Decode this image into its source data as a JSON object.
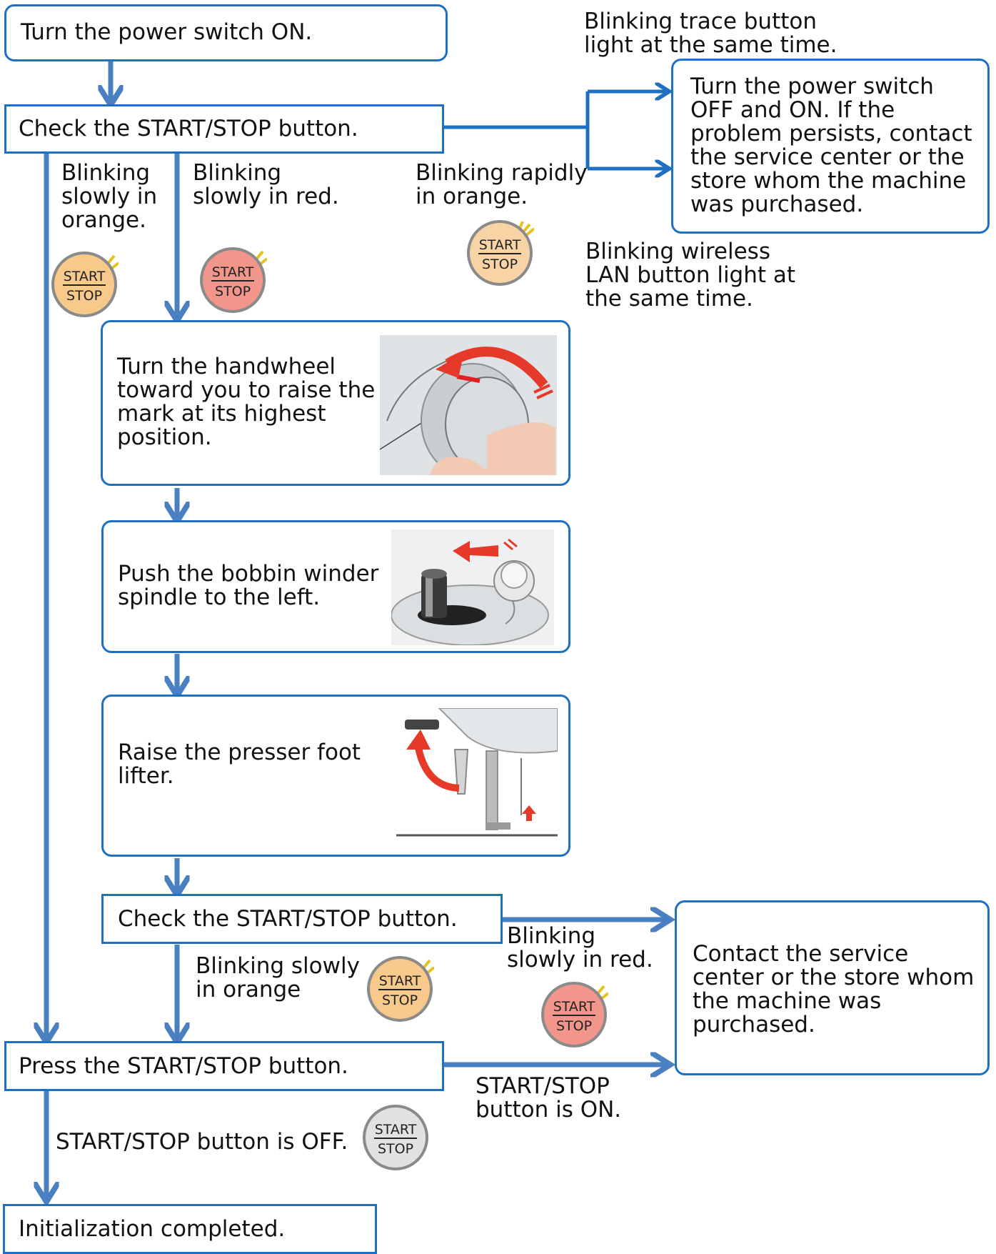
{
  "steps": {
    "power_on": "Turn the power switch ON.",
    "check_1": "Check the START/STOP button.",
    "handwheel": "Turn the handwheel\ntoward you to raise the\nmark at its highest\nposition.",
    "bobbin": "Push the bobbin winder\nspindle to the left.",
    "presser": "Raise the presser foot\nlifter.",
    "check_2": "Check the START/STOP button.",
    "press": "Press the START/STOP button.",
    "done": "Initialization completed.",
    "power_cycle": "Turn the power switch\nOFF and ON. If the\nproblem persists, contact\nthe service center or the\nstore whom the machine\nwas purchased.",
    "contact": "Contact the service\ncenter or the store whom\nthe machine was\npurchased."
  },
  "labels": {
    "trace_light": "Blinking trace button\nlight at the same time.",
    "wireless_light": "Blinking wireless\nLAN button light at\nthe same time.",
    "slow_orange_1": "Blinking\nslowly in\norange.",
    "slow_red_1": "Blinking\nslowly in red.",
    "rapid_orange": "Blinking rapidly\nin orange.",
    "slow_orange_2": "Blinking slowly\nin orange",
    "slow_red_2": "Blinking\nslowly in red.",
    "btn_on": "START/STOP\nbutton is ON.",
    "btn_off": "START/STOP button is OFF."
  },
  "button_icon": {
    "top": "START",
    "bottom": "STOP"
  },
  "colors": {
    "flow_blue": "#1f6fc2",
    "arrow_blue": "#4a7fc1",
    "orange_glow": "#f7c98a",
    "red_glow": "#f2958a",
    "off_grey": "#e2e2e2",
    "blink_yellow": "#e3c21a"
  }
}
